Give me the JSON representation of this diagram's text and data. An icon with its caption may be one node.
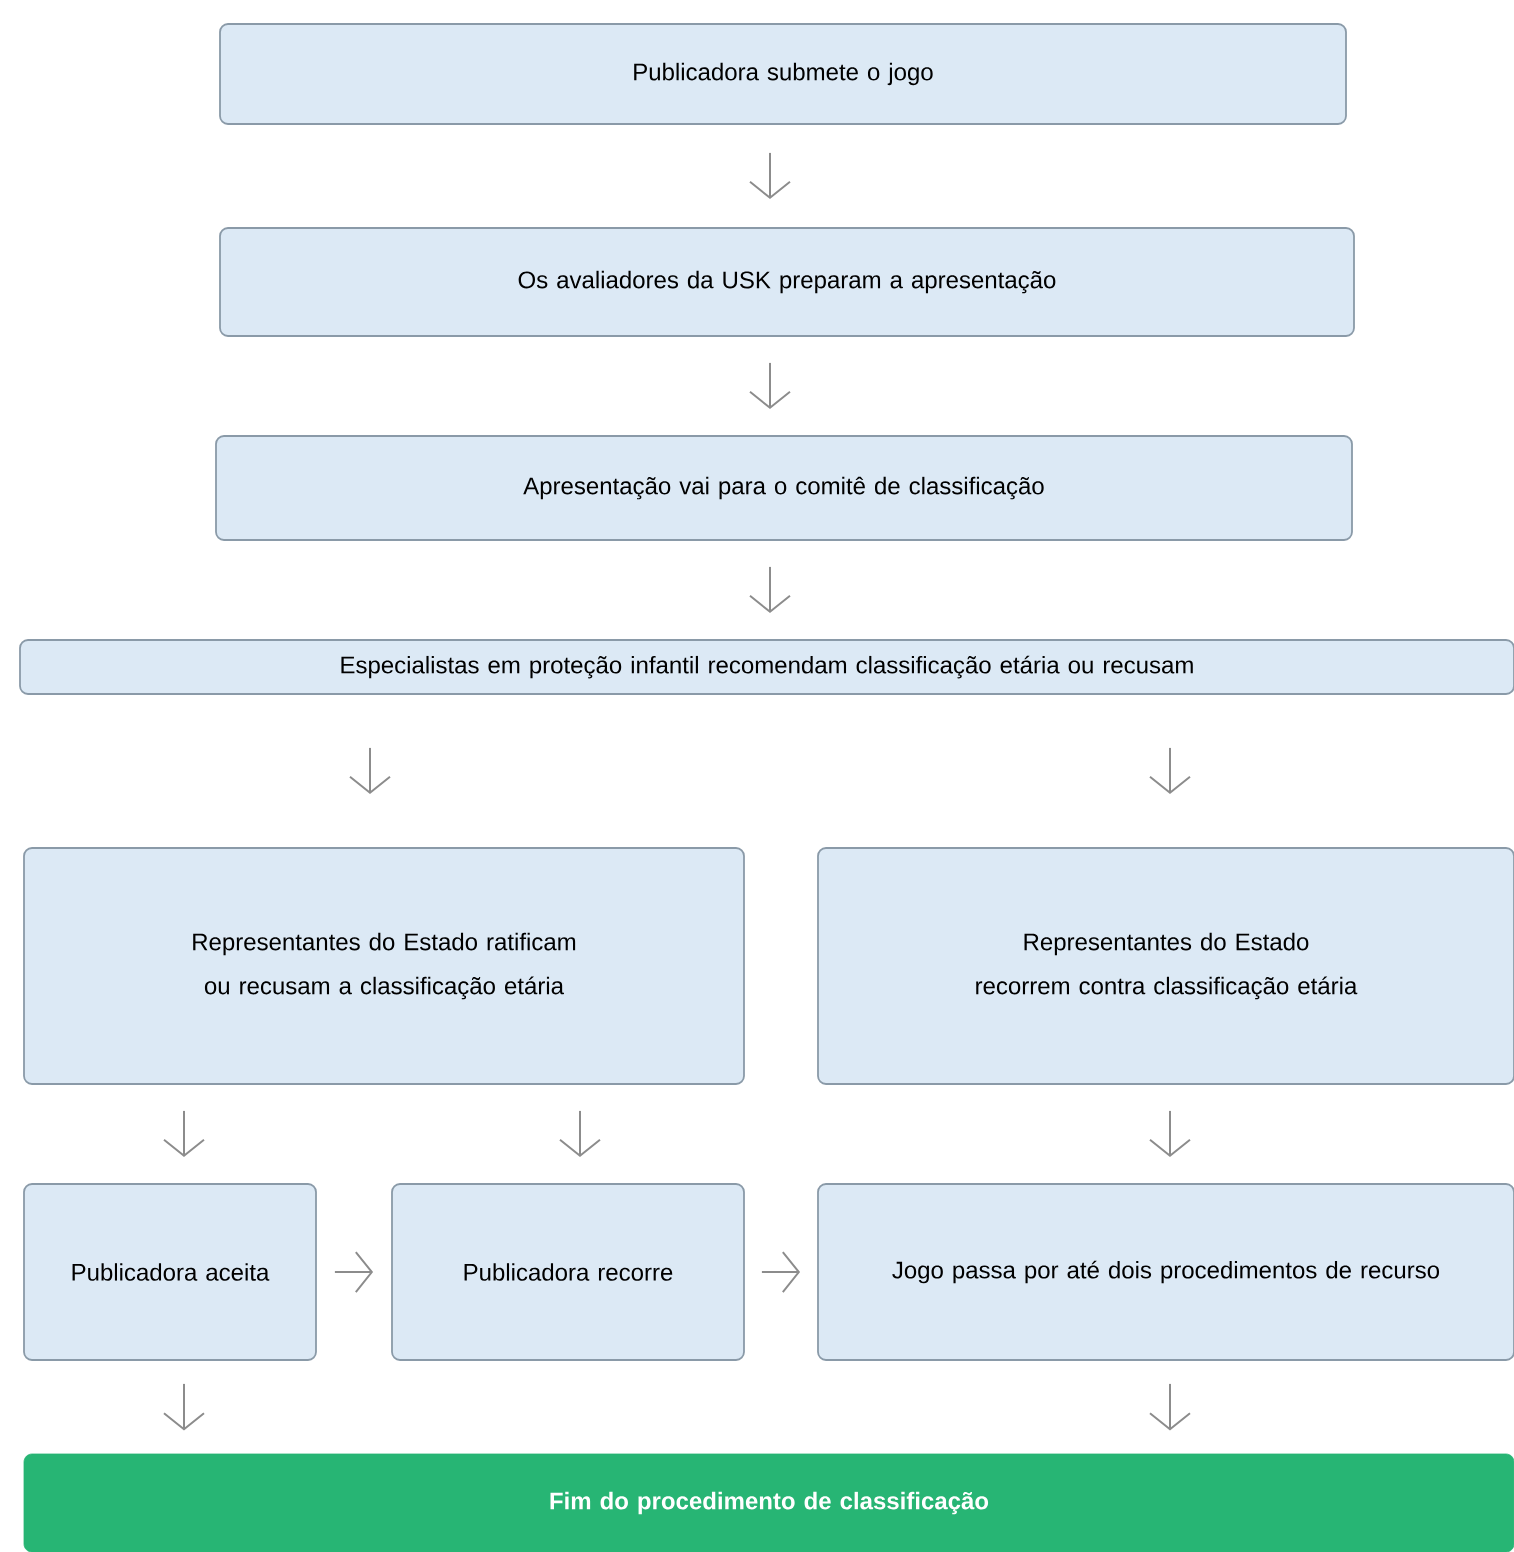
{
  "diagram": {
    "nodes": [
      {
        "text": [
          "Publicadora submete o jogo"
        ]
      },
      {
        "text": [
          "Os avaliadores da USK preparam a apresentação"
        ]
      },
      {
        "text": [
          "Apresentação vai para o comitê de classificação"
        ]
      },
      {
        "text": [
          "Especialistas em proteção infantil recomendam classificação etária ou recusam"
        ]
      },
      {
        "text": [
          "Representantes do Estado ratificam ou recusam a classificação etária"
        ]
      },
      {
        "text": [
          "Representantes do Estado recorrem contra classificação etária"
        ]
      },
      {
        "text": [
          "Publicadora aceita"
        ]
      },
      {
        "text": [
          "Publicadora recorre"
        ]
      },
      {
        "text": [
          "Jogo passa por até dois procedimentos de recurso"
        ]
      },
      {
        "text": [
          "Fim do procedimento de classificação"
        ]
      }
    ],
    "edges": [
      {
        "from": 0,
        "to": 1,
        "arrow": "to"
      },
      {
        "from": 1,
        "to": 2,
        "arrow": "to"
      },
      {
        "from": 2,
        "to": 3,
        "arrow": "to"
      },
      {
        "from": 3,
        "to": 4,
        "arrow": "to"
      },
      {
        "from": 3,
        "to": 5,
        "arrow": "to"
      },
      {
        "from": 4,
        "to": 6,
        "arrow": "to"
      },
      {
        "from": 4,
        "to": 7,
        "arrow": "to"
      },
      {
        "from": 5,
        "to": 8,
        "arrow": "to"
      },
      {
        "from": 6,
        "to": 7,
        "arrow": "to"
      },
      {
        "from": 7,
        "to": 8,
        "arrow": "to"
      },
      {
        "from": 6,
        "to": 9,
        "arrow": "to"
      },
      {
        "from": 8,
        "to": 9,
        "arrow": "to"
      }
    ]
  }
}
